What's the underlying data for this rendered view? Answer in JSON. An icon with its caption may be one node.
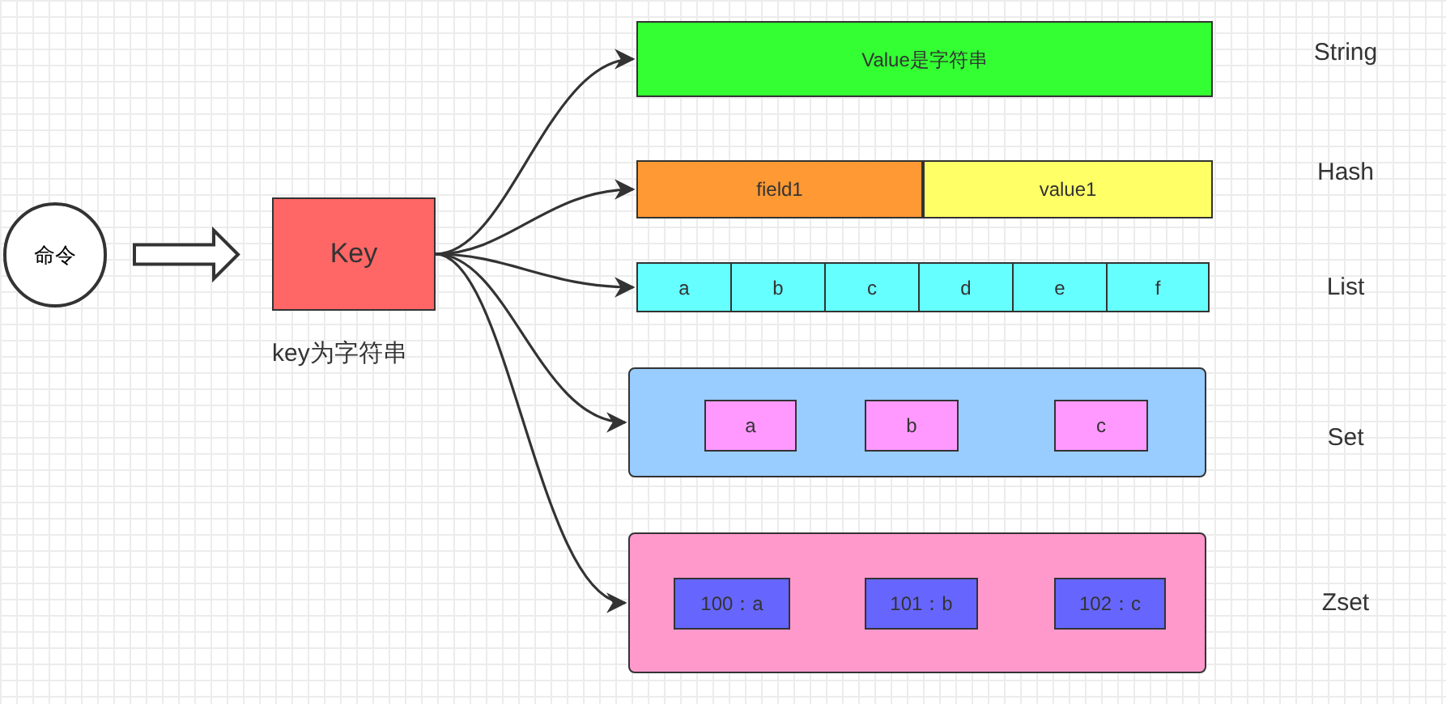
{
  "diagram": {
    "nodes": [
      {
        "text": [
          "命令"
        ]
      },
      {
        "text": [
          "Key"
        ],
        "beside": [
          "key为字符串"
        ]
      },
      {
        "text": [
          "Value是字符串"
        ]
      },
      {
        "text": [
          "field1"
        ]
      },
      {
        "text": [
          "value1"
        ]
      },
      {
        "text": [
          "a"
        ]
      },
      {
        "text": [
          "b"
        ]
      },
      {
        "text": [
          "c"
        ]
      },
      {
        "text": [
          "d"
        ]
      },
      {
        "text": [
          "e"
        ]
      },
      {
        "text": [
          "f"
        ]
      },
      {
        "text": [],
        "shape": "box"
      },
      {
        "text": [
          "a"
        ],
        "in": 11
      },
      {
        "text": [
          "b"
        ],
        "in": 11
      },
      {
        "text": [
          "c"
        ],
        "in": 11
      },
      {
        "text": [],
        "shape": "box"
      },
      {
        "text": [
          "100：a"
        ],
        "in": 15
      },
      {
        "text": [
          "101：b"
        ],
        "in": 15
      },
      {
        "text": [
          "102：c"
        ],
        "in": 15
      }
    ],
    "edges": [
      {
        "from": 0,
        "to": 1,
        "arrow": "to",
        "style": "thick"
      },
      {
        "from": 1,
        "to": 2,
        "arrow": "to"
      },
      {
        "from": 1,
        "to": 3,
        "arrow": "to"
      },
      {
        "from": 1,
        "to": 5,
        "arrow": "to"
      },
      {
        "from": 1,
        "to": 11,
        "arrow": "to"
      },
      {
        "from": 1,
        "to": 15,
        "arrow": "to"
      }
    ],
    "labels": [
      "String",
      "Hash",
      "List",
      "Set",
      "Zset"
    ]
  }
}
